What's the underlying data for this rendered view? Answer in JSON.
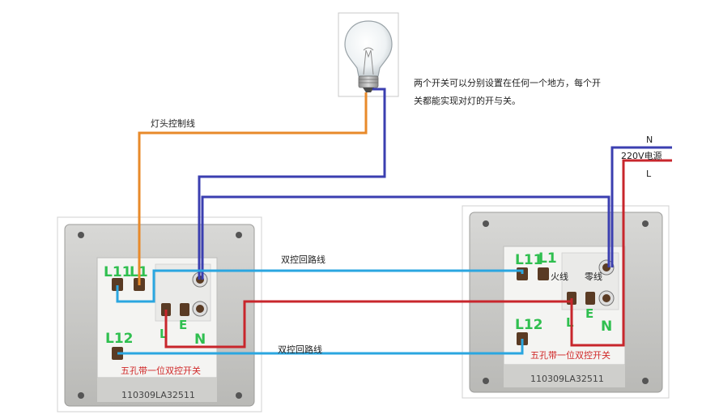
{
  "annotation": {
    "line1": "两个开关可以分别设置在任何一个地方，每个开",
    "line2": "关都能实现对灯的开与关。"
  },
  "labels": {
    "lamp_control": "灯头控制线",
    "loop_top": "双控回路线",
    "loop_bottom": "双控回路线",
    "power_n": "N",
    "power_source": "220V电源",
    "power_l": "L"
  },
  "left_switch": {
    "term_l11": "L11",
    "term_l1": "L1",
    "term_l12": "L12",
    "term_l": "L",
    "term_e": "E",
    "term_n": "N",
    "caption": "五孔带一位双控开关",
    "serial": "110309LA32511"
  },
  "right_switch": {
    "term_l11": "L11",
    "term_l1": "L1",
    "term_l12": "L12",
    "term_l": "L",
    "term_e": "E",
    "term_n": "N",
    "live_label": "火线",
    "neutral_label": "零线",
    "caption": "五孔带一位双控开关",
    "serial": "110309LA32511"
  },
  "colors": {
    "lamp_wire": "#e88a2a",
    "neutral_wire": "#3b3fb0",
    "loop_wire": "#2aa6e0",
    "live_wire": "#c8262c",
    "terminal_text": "#2fbf4f",
    "caption_text": "#d02828"
  }
}
